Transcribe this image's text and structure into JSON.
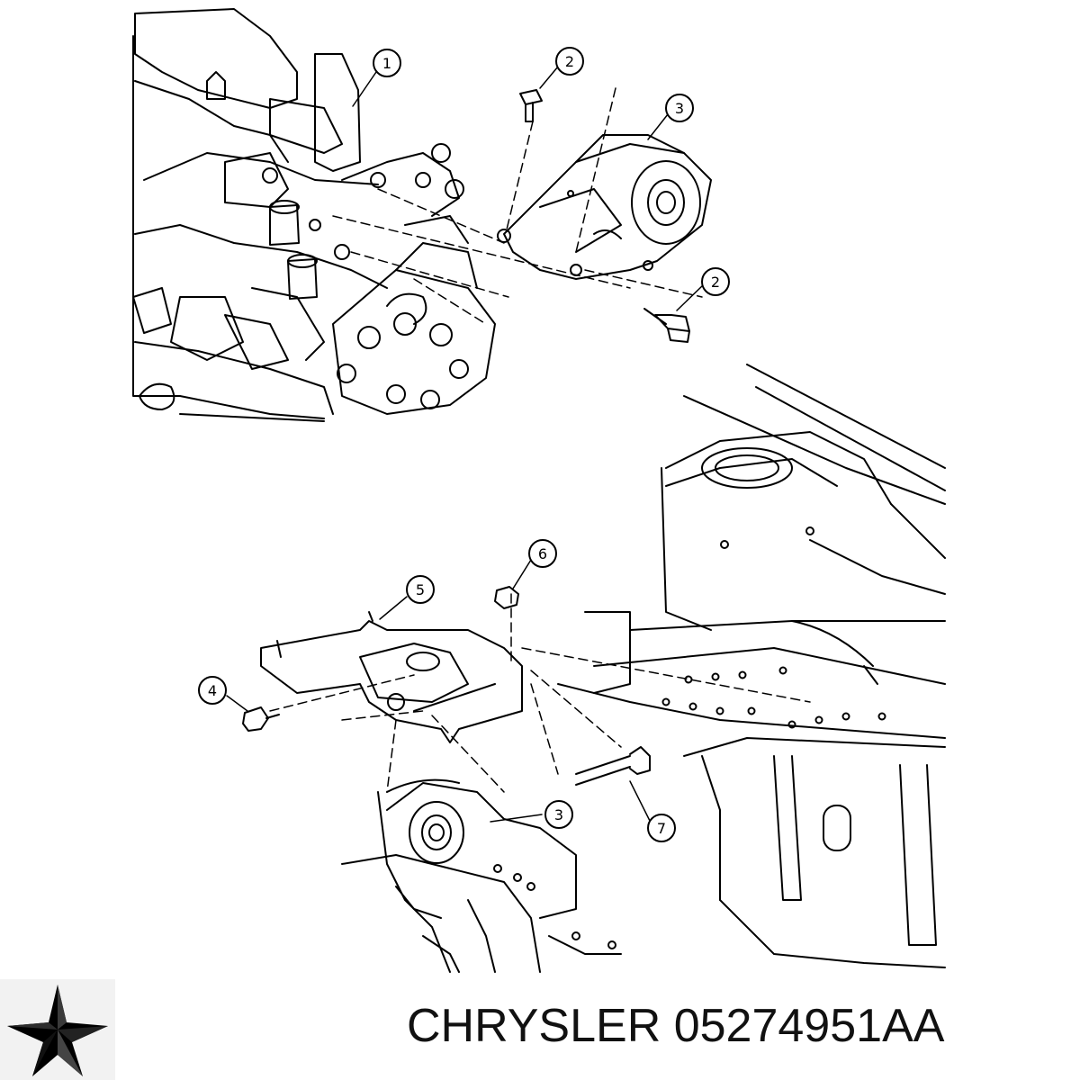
{
  "callouts": [
    "1",
    "2",
    "2",
    "3",
    "6",
    "5",
    "4",
    "3",
    "7"
  ],
  "caption": {
    "brand": "CHRYSLER",
    "part_number": "05274951AA"
  },
  "logo": {
    "icon": "chrysler-pentastar-icon"
  }
}
